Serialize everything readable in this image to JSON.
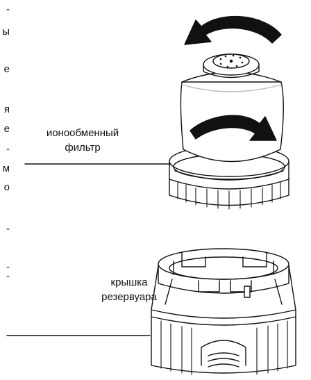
{
  "left_page_fragment": {
    "lines": [
      "-",
      "ы",
      "е",
      "я",
      "е",
      "-",
      "м",
      "о",
      "-",
      "-",
      "-"
    ]
  },
  "labels": {
    "ion_filter": [
      "ионообменный",
      "фильтр"
    ],
    "reservoir_lid": [
      "крышка",
      "резервуара"
    ]
  },
  "colors": {
    "line": "#111111",
    "fill": "#ffffff",
    "shade": "#cfcfcf"
  },
  "icons": [
    "rotate-counterclockwise-arrow-icon",
    "rotate-clockwise-arrow-icon"
  ]
}
